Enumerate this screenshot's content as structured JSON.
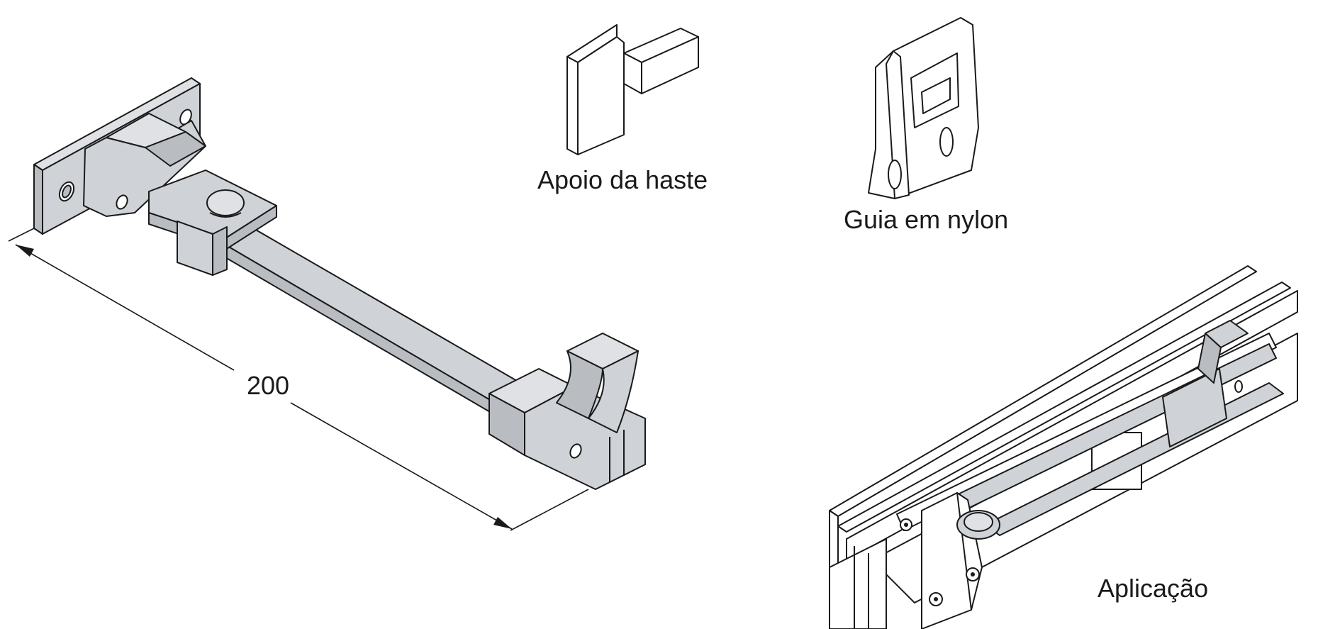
{
  "labels": {
    "rod_support": "Apoio da haste",
    "nylon_guide": "Guia em nylon",
    "application": "Aplicação"
  },
  "dimension": {
    "value": "200"
  },
  "colors": {
    "metal_fill": "#cfd2d6",
    "metal_shade": "#b9bdc2",
    "white_fill": "#ffffff",
    "outline": "#1a1a1a"
  }
}
